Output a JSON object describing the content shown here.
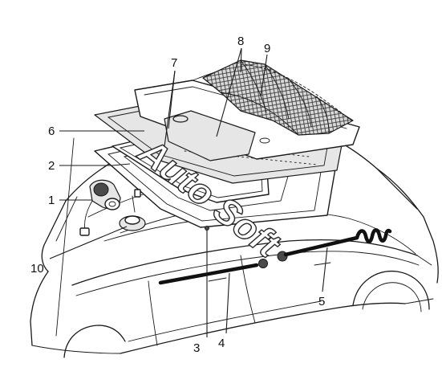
{
  "diagram": {
    "watermark": "Auto Soft",
    "callouts": [
      {
        "id": "c1",
        "text": "1"
      },
      {
        "id": "c2",
        "text": "2"
      },
      {
        "id": "c3",
        "text": "3"
      },
      {
        "id": "c4",
        "text": "4"
      },
      {
        "id": "c5",
        "text": "5"
      },
      {
        "id": "c6",
        "text": "6"
      },
      {
        "id": "c7",
        "text": "7"
      },
      {
        "id": "c8",
        "text": "8"
      },
      {
        "id": "c9",
        "text": "9"
      },
      {
        "id": "c10",
        "text": "10"
      }
    ]
  }
}
